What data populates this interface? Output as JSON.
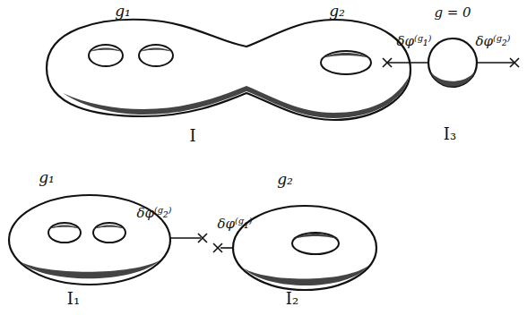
{
  "diagram": {
    "labels": [
      "g₁",
      "g₂",
      "I",
      "g = 0",
      "δφ⁽ᵍ₁⁾",
      "δφ⁽ᵍ₂⁾",
      "I₃",
      "g₁",
      "δφ⁽ᵍ₂⁾",
      "I₁",
      "g₂",
      "δφ⁽ᵍ₁⁾",
      "I₂"
    ]
  }
}
